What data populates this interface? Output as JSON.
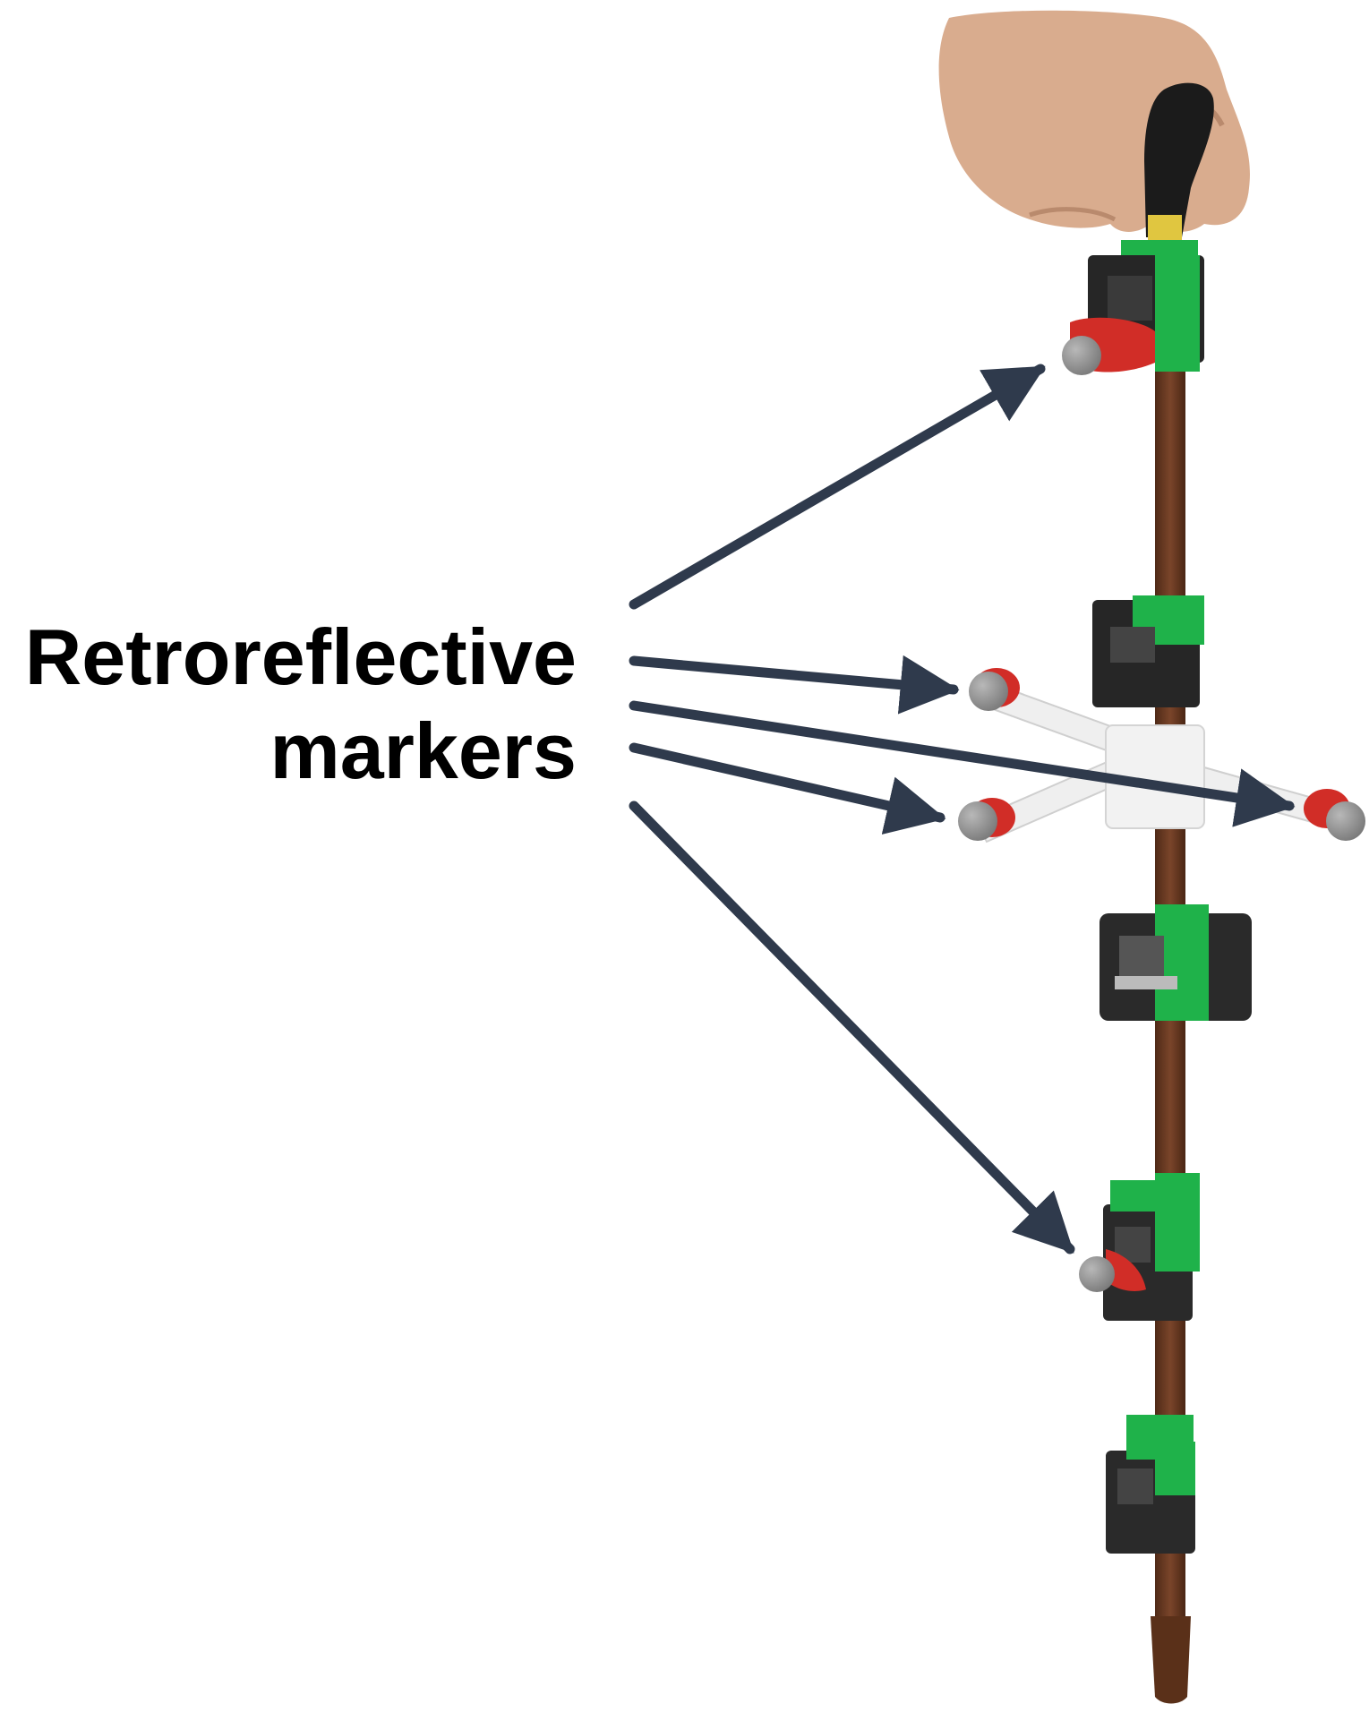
{
  "label": {
    "line1": "Retroreflective",
    "line2": "markers"
  },
  "colors": {
    "arrow": "#2f3a4c",
    "marker": "#8f8f8f",
    "marker_base": "#d9322b",
    "clip_green": "#1fb24a",
    "clip_black": "#2a2a2a",
    "shaft": "#6b3a22",
    "cross_bar": "#eeeeee",
    "hand": "#d7a98c",
    "handle": "#1c1c1c"
  },
  "icons": [
    "walking-cane",
    "retroreflective-marker",
    "arrow"
  ]
}
